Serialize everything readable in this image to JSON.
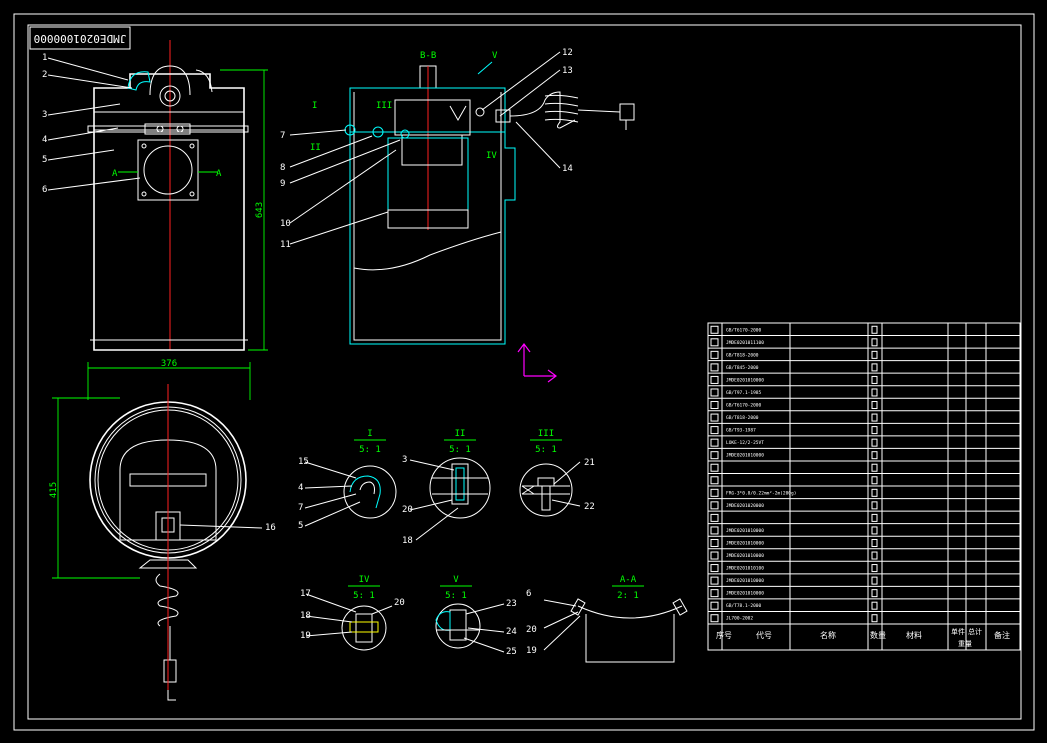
{
  "drawing_number": "JMDE0201000000",
  "section_label": "B-B",
  "view_cut_label": "A",
  "dimensions": {
    "height": "643",
    "diameter": "376",
    "depth": "415"
  },
  "balloons": {
    "main_left": [
      "1",
      "2",
      "3",
      "4",
      "5",
      "6"
    ],
    "section_left": [
      "7",
      "8",
      "9",
      "10",
      "11"
    ],
    "section_right": [
      "12",
      "13",
      "14"
    ],
    "side_view": [
      "16"
    ],
    "detail_1": [
      "15",
      "4",
      "7",
      "5"
    ],
    "detail_2": [
      "3",
      "20",
      "18"
    ],
    "detail_3": [
      "21",
      "22"
    ],
    "detail_4": [
      "17",
      "18",
      "19",
      "20"
    ],
    "detail_5": [
      "23",
      "24",
      "25"
    ],
    "detail_aa": [
      "6",
      "20",
      "19"
    ]
  },
  "section_markers": {
    "I": "I",
    "II": "II",
    "III": "III",
    "IV": "IV",
    "V": "V"
  },
  "details": [
    {
      "name": "I",
      "scale": "5: 1"
    },
    {
      "name": "II",
      "scale": "5: 1"
    },
    {
      "name": "III",
      "scale": "5: 1"
    },
    {
      "name": "IV",
      "scale": "5: 1"
    },
    {
      "name": "V",
      "scale": "5: 1"
    },
    {
      "name": "A-A",
      "scale": "2: 1"
    }
  ],
  "bom": {
    "rows": [
      {
        "code": "GB/T6170-2000"
      },
      {
        "code": "JMDE0201011100"
      },
      {
        "code": "GB/T818-2000"
      },
      {
        "code": "GB/T845-2000"
      },
      {
        "code": "JMDE0201010000"
      },
      {
        "code": "GB/T97.1-1985"
      },
      {
        "code": "GB/T6170-2000"
      },
      {
        "code": "GB/T818-2000"
      },
      {
        "code": "GB/T93-1987"
      },
      {
        "code": "LOKE-12/2-25VT"
      },
      {
        "code": "JMDE0201010000"
      },
      {
        "code": ""
      },
      {
        "code": ""
      },
      {
        "code": "FRG-3*0.8/0.22mm²-2m(200g)"
      },
      {
        "code": "JMDE0201020000"
      },
      {
        "code": ""
      },
      {
        "code": "JMDE0201010000"
      },
      {
        "code": "JMDE0201010000"
      },
      {
        "code": "JMDE0201010000"
      },
      {
        "code": "JMDE0201010100"
      },
      {
        "code": "JMDE0201010000"
      },
      {
        "code": "JMDE0201010000"
      },
      {
        "code": "GB/T78.1-2000"
      },
      {
        "code": "JL700-2002"
      }
    ],
    "header": {
      "col_index": "序号",
      "col_code": "代号",
      "col_name": "名称",
      "col_qty": "数量",
      "col_material": "材料",
      "col_unit_weight": "单件",
      "col_total_weight": "总计",
      "col_weight": "重量",
      "col_remark": "备注"
    }
  },
  "colors": {
    "background": "#000000",
    "outline": "#ffffff",
    "dimension": "#00ff00",
    "hidden": "#00ffff",
    "centerline": "#ff2020",
    "ucs": "#ff00ff"
  }
}
